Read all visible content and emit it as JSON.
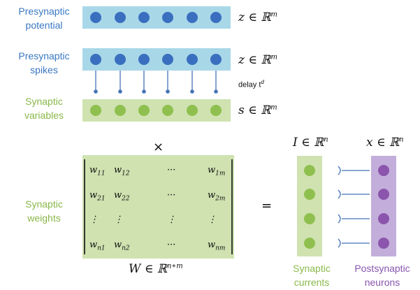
{
  "labels": {
    "presynaptic_potential": [
      "Presynaptic",
      "potential"
    ],
    "presynaptic_spikes": [
      "Presynaptic",
      "spikes"
    ],
    "synaptic_variables": [
      "Synaptic",
      "variables"
    ],
    "synaptic_weights": [
      "Synaptic",
      "weights"
    ],
    "synaptic_currents": [
      "Synaptic",
      "currents"
    ],
    "postsynaptic_neurons": [
      "Postsynaptic",
      "neurons"
    ]
  },
  "math": {
    "z_potential": {
      "base": "z ∈ ℝ",
      "sup": "m"
    },
    "z_spikes": {
      "base": "z ∈ ℝ",
      "sup": "m"
    },
    "s_vars": {
      "base": "s ∈ ℝ",
      "sup": "m"
    },
    "I_currents": {
      "base": "I ∈ ℝ",
      "sup": "n"
    },
    "x_neurons": {
      "base": "x ∈ ℝ",
      "sup": "n"
    },
    "W_weights": {
      "base": "W ∈ ℝ",
      "sup": "n∗m"
    }
  },
  "delay": {
    "text": "delay t",
    "sup": "d"
  },
  "operators": {
    "times": "×",
    "equals": "="
  },
  "matrix": {
    "rows": [
      [
        {
          "b": "w",
          "s": "11"
        },
        {
          "b": "w",
          "s": "12"
        },
        {
          "b": "···",
          "s": ""
        },
        {
          "b": "w",
          "s": "1m"
        }
      ],
      [
        {
          "b": "w",
          "s": "21"
        },
        {
          "b": "w",
          "s": "22"
        },
        {
          "b": "···",
          "s": ""
        },
        {
          "b": "w",
          "s": "2m"
        }
      ],
      [
        {
          "b": "⋮",
          "s": ""
        },
        {
          "b": "⋮",
          "s": ""
        },
        {
          "b": "⋮",
          "s": ""
        },
        {
          "b": "⋮",
          "s": ""
        }
      ],
      [
        {
          "b": "w",
          "s": "n1"
        },
        {
          "b": "w",
          "s": "n2"
        },
        {
          "b": "···",
          "s": ""
        },
        {
          "b": "w",
          "s": "nm"
        }
      ]
    ]
  },
  "colors": {
    "blue_band": "#a8d8e8",
    "blue_dot": "#3a6fbf",
    "green_band": "#cfe2b0",
    "green_dot": "#8fc04f",
    "purple_band": "#c3aedb",
    "purple_dot": "#8c55ad",
    "line_blue": "#4472b8",
    "blue_text": "#3a78c2",
    "green_text": "#8ab84a",
    "purple_text": "#8a56b0"
  }
}
